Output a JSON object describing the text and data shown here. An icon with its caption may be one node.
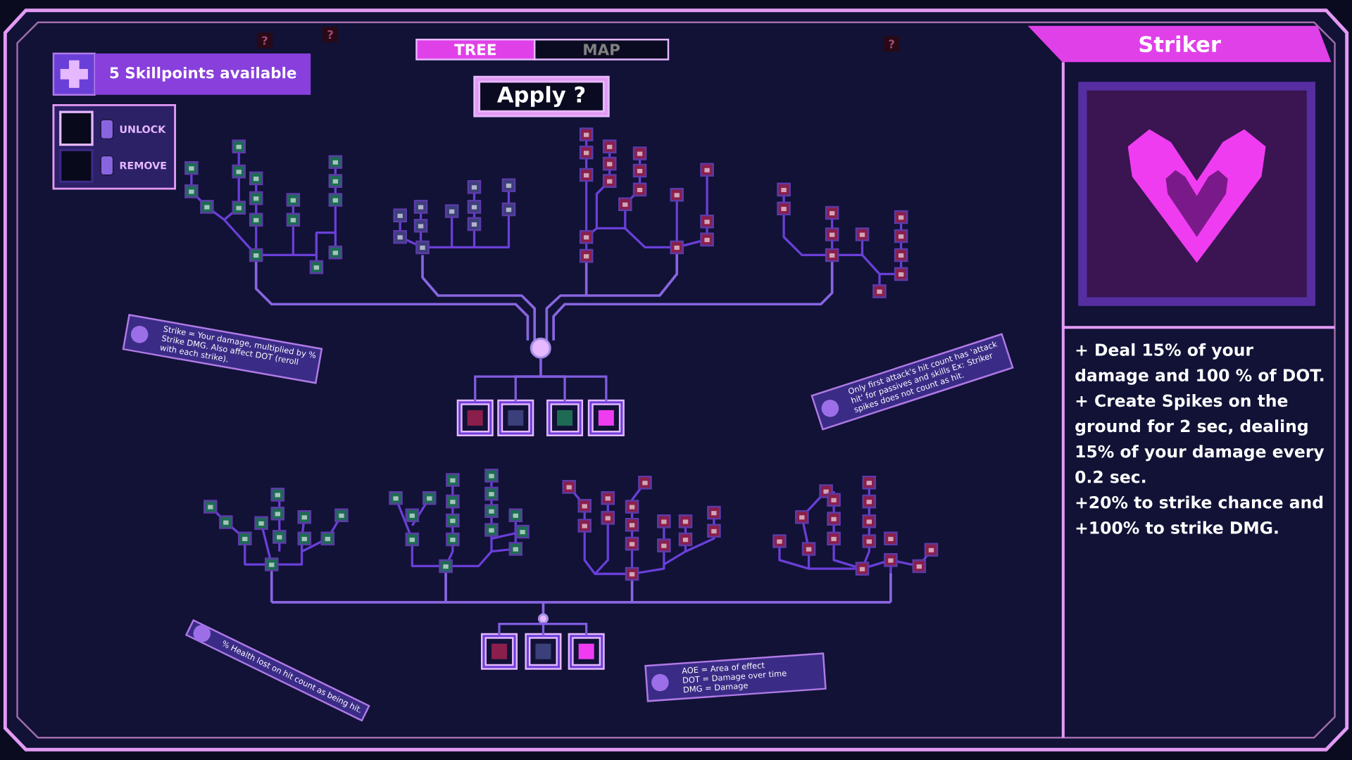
{
  "diagram": {
    "title": "Striker",
    "nodes": [
      {
        "text": [
          "5 Skillpoints available"
        ]
      },
      {
        "text": [
          "TREE"
        ]
      },
      {
        "text": [
          "MAP"
        ]
      },
      {
        "text": [
          "Apply ?"
        ]
      },
      {
        "text": [],
        "shape": "picture"
      },
      {
        "text": [
          "+ Deal 15% of your damage and 100 % of DOT.",
          "+ Create Spikes on the ground for 2 sec, dealing 15% of your damage every 0.2 sec.",
          "+20% to strike chance and +100% to strike DMG."
        ]
      },
      {
        "text": [
          "Strike = Your damage, multiplied by % Strike DMG. Also affect DOT (reroll with each strike)."
        ]
      },
      {
        "text": [],
        "shape": "circle"
      },
      {
        "text": [],
        "shape": "box"
      },
      {
        "text": [],
        "shape": "box"
      },
      {
        "text": [],
        "shape": "box"
      },
      {
        "text": [],
        "shape": "box"
      },
      {
        "text": [
          "Only first attack's hit count has 'attack hit' for passives and skills Ex: Striker spikes does not count as hit."
        ]
      },
      {
        "text": [],
        "shape": "circle"
      },
      {
        "text": [],
        "shape": "box"
      },
      {
        "text": [],
        "shape": "box"
      },
      {
        "text": [],
        "shape": "box"
      },
      {
        "text": [
          "% Health lost on hit count as being hit."
        ]
      },
      {
        "text": [
          "AOE = Area of effect",
          "DOT = Damage over time",
          "DMG = Damage"
        ]
      }
    ],
    "edges": [
      {
        "from": 7,
        "to": 8,
        "arrow": "none"
      },
      {
        "from": 7,
        "to": 9,
        "arrow": "none"
      },
      {
        "from": 7,
        "to": 10,
        "arrow": "none"
      },
      {
        "from": 7,
        "to": 11,
        "arrow": "none"
      },
      {
        "from": 13,
        "to": 14,
        "arrow": "none"
      },
      {
        "from": 13,
        "to": 15,
        "arrow": "none"
      },
      {
        "from": 13,
        "to": 16,
        "arrow": "none"
      }
    ],
    "labels": [
      "?",
      "?",
      "?"
    ],
    "legend": [
      {
        "text": "UNLOCK"
      },
      {
        "text": "REMOVE"
      }
    ]
  }
}
